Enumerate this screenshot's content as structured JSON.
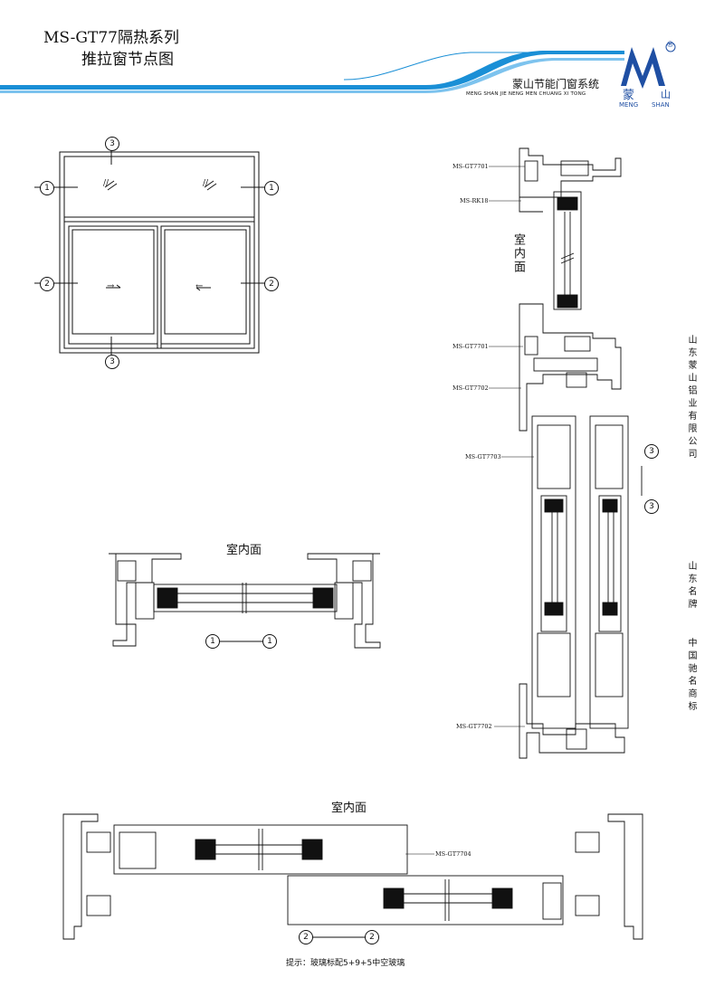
{
  "header": {
    "title_line1": "MS-GT77隔热系列",
    "title_line2": "推拉窗节点图",
    "company_cn": "蒙山节能门窗系统",
    "company_pinyin": "MENG SHAN JIE NENG MEN CHUANG XI TONG",
    "logo_glyph_left": "蒙",
    "logo_glyph_right": "山",
    "logo_en_left": "MENG",
    "logo_en_right": "SHAN",
    "registered_mark": "®",
    "accent_color": "#1a8fd6",
    "logo_color": "#1f4fa3"
  },
  "side_text": {
    "company": "山东蒙山铝业有限公司",
    "brand1": "山东名牌",
    "brand2": "中国驰名商标"
  },
  "labels": {
    "room_top": "室内面",
    "room_vertical": "室内面",
    "room_bottom": "室内面",
    "p1": "MS-GT7701",
    "p2": "MS-RK18",
    "p3": "MS-GT7701",
    "p4": "MS-GT7702",
    "p5": "MS-GT7703",
    "p6": "MS-GT7702",
    "p7": "MS-GT7704"
  },
  "markers": {
    "m1": "1",
    "m2": "2",
    "m3": "3"
  },
  "elevation": {
    "arrow_left": "→",
    "arrow_right": "←",
    "glass_mark": "//"
  },
  "note": "提示：玻璃标配5+9+5中空玻璃"
}
